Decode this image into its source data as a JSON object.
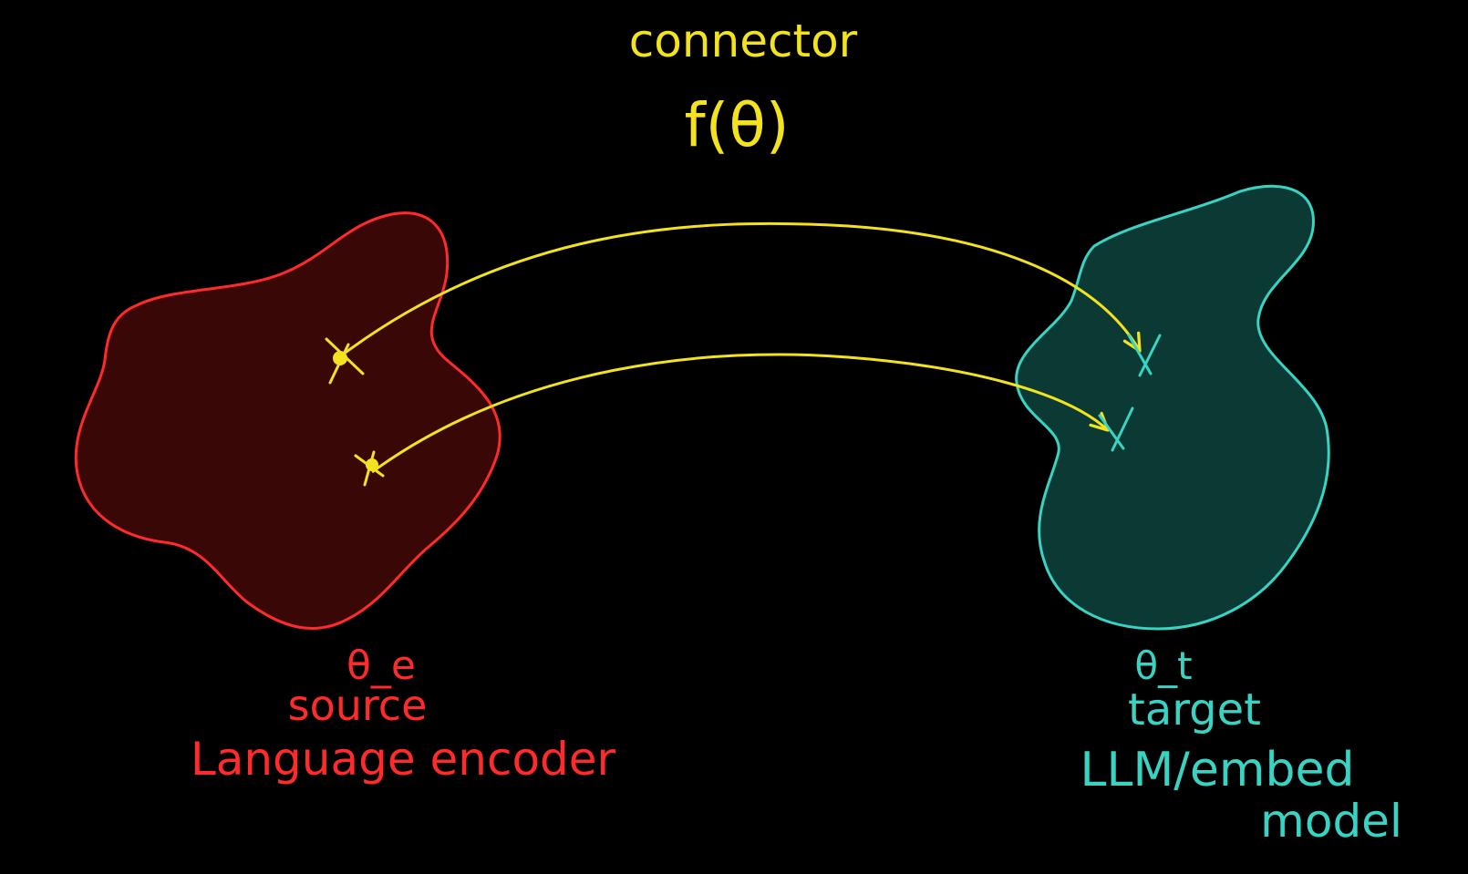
{
  "colors": {
    "background": "#000000",
    "connector": "#f2e21f",
    "source_stroke": "#ff2a2a",
    "source_fill": "#3a0707",
    "target_stroke": "#39d3c4",
    "target_fill": "#0a3a33"
  },
  "connector": {
    "title": "connector",
    "function": "f(θ)"
  },
  "source": {
    "theta": "θ_e",
    "label_line1": "source",
    "label_line2": "Language encoder"
  },
  "target": {
    "theta": "θ_t",
    "label_line1": "target",
    "label_line2": "LLM/embed",
    "label_line3": "model"
  }
}
